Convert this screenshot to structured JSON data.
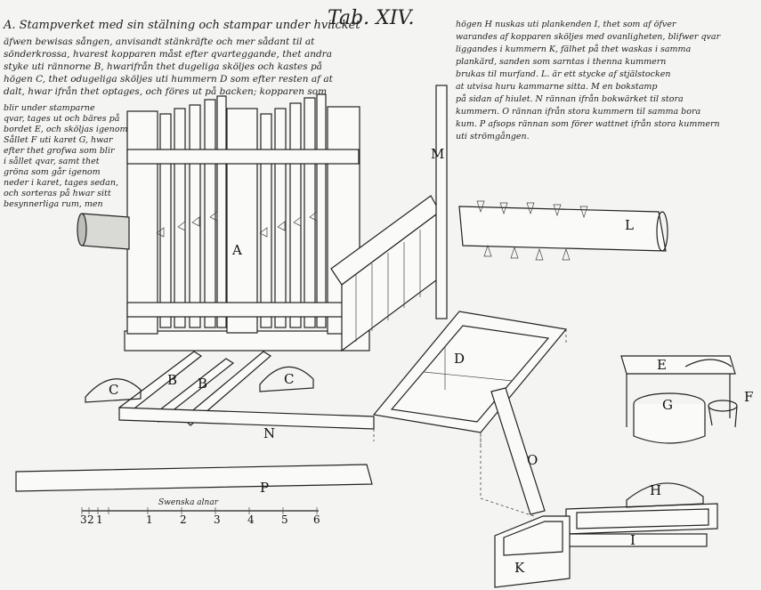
{
  "title": "Tab. XIV.",
  "text_blocks": {
    "left_top": [
      "A. Stampverket med sin stälning och stampar under hvilcket",
      "äfwen bewisas sången, anvisandt stänkräfte och mer sådant til at",
      "sönderkrossa, hvarest kopparen måst efter qvarteggande, thet andra",
      "styke uti rännorne B, hwarifrån thet dugeliga sköljes och kastes på",
      "högen C, thet odugeliga sköljes uti hummern D som efter resten af at",
      "dalt, hwar ifrån thet optages, och föres ut på backen; kopparen som"
    ],
    "left_column": [
      "blir under stamparne",
      "qvar, tages ut och bäres på",
      "bordet E, och sköljas igenom",
      "Sållet F uti karet G, hwar",
      "efter thet grofwa som blir",
      "i sållet qvar, samt thet",
      "gröna som går igenom",
      "neder i karet, tages sedan,",
      "och sorteras på hwar sitt",
      "besynnerliga rum, men"
    ],
    "right_top": [
      "högen H nuskas uti plankenden I, thet som af öfver",
      "warandes af kopparen sköljes med ovanligheten, blifwer qvar",
      "liggandes i kummern K, fälhet på thet waskas i samma",
      "plankärd, sanden som sarntas i thenna kummern",
      "brukas til murfand.  L. är ett stycke af stjälstocken",
      "at utvisa huru kammarne sitta.  M en bokstamp",
      "på sidan af hiulet.  N rännan ifrån bokwärket til stora",
      "kummern.  O rännan ifrån stora kummern til samma bora",
      "kum.  P afsops rännan som förer wattnet ifrån stora kummern",
      "uti strömgången."
    ]
  },
  "labels": {
    "A": "A",
    "B1": "B",
    "B2": "B",
    "C1": "C",
    "C2": "C",
    "D": "D",
    "E": "E",
    "F": "F",
    "G": "G",
    "H": "H",
    "I": "I",
    "K": "K",
    "L": "L",
    "M": "M",
    "N": "N",
    "O": "O",
    "P": "P"
  },
  "scale": {
    "caption": "Swenska alnar",
    "ticks": [
      "3",
      "2",
      "1",
      "1",
      "2",
      "3",
      "4",
      "5",
      "6"
    ]
  }
}
